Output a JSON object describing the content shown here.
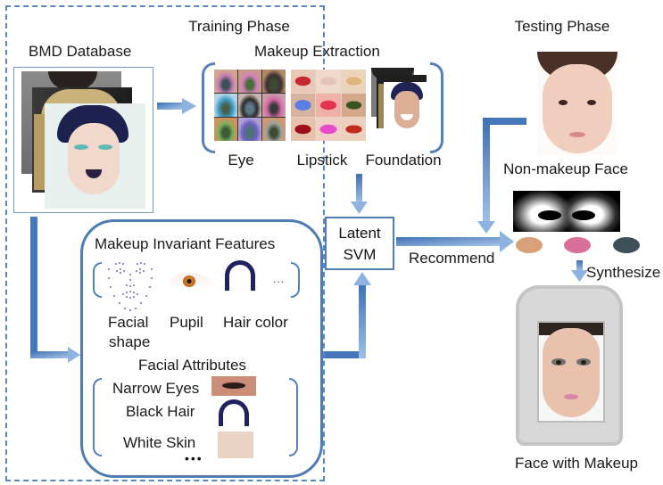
{
  "diagram": {
    "training_phase": {
      "title": "Training Phase",
      "bmd_database": {
        "label": "BMD Database"
      },
      "makeup_extraction": {
        "label": "Makeup Extraction",
        "items": [
          {
            "label": "Eye"
          },
          {
            "label": "Lipstick"
          },
          {
            "label": "Foundation"
          }
        ]
      },
      "makeup_invariant_features": {
        "label": "Makeup Invariant Features",
        "items": [
          {
            "label": "Facial",
            "label2": "shape"
          },
          {
            "label": "Pupil"
          },
          {
            "label": "Hair color"
          }
        ],
        "ellipsis": "..."
      },
      "facial_attributes": {
        "label": "Facial Attributes",
        "items": [
          {
            "label": "Narrow Eyes"
          },
          {
            "label": "Black Hair"
          },
          {
            "label": "White Skin"
          }
        ],
        "ellipsis": "•••"
      },
      "latent_svm": {
        "line1": "Latent",
        "line2": "SVM"
      }
    },
    "edges": {
      "recommend": "Recommend",
      "synthesize": "Synthesize"
    },
    "testing_phase": {
      "title": "Testing Phase",
      "input_label": "Non-makeup Face",
      "output_label": "Face with Makeup",
      "color_swatches": [
        "#d9a07a",
        "#d8709a",
        "#3f4f5a"
      ]
    },
    "colors": {
      "accent_blue": "#4f7db3",
      "dashed_border": "#5b87c0"
    }
  }
}
